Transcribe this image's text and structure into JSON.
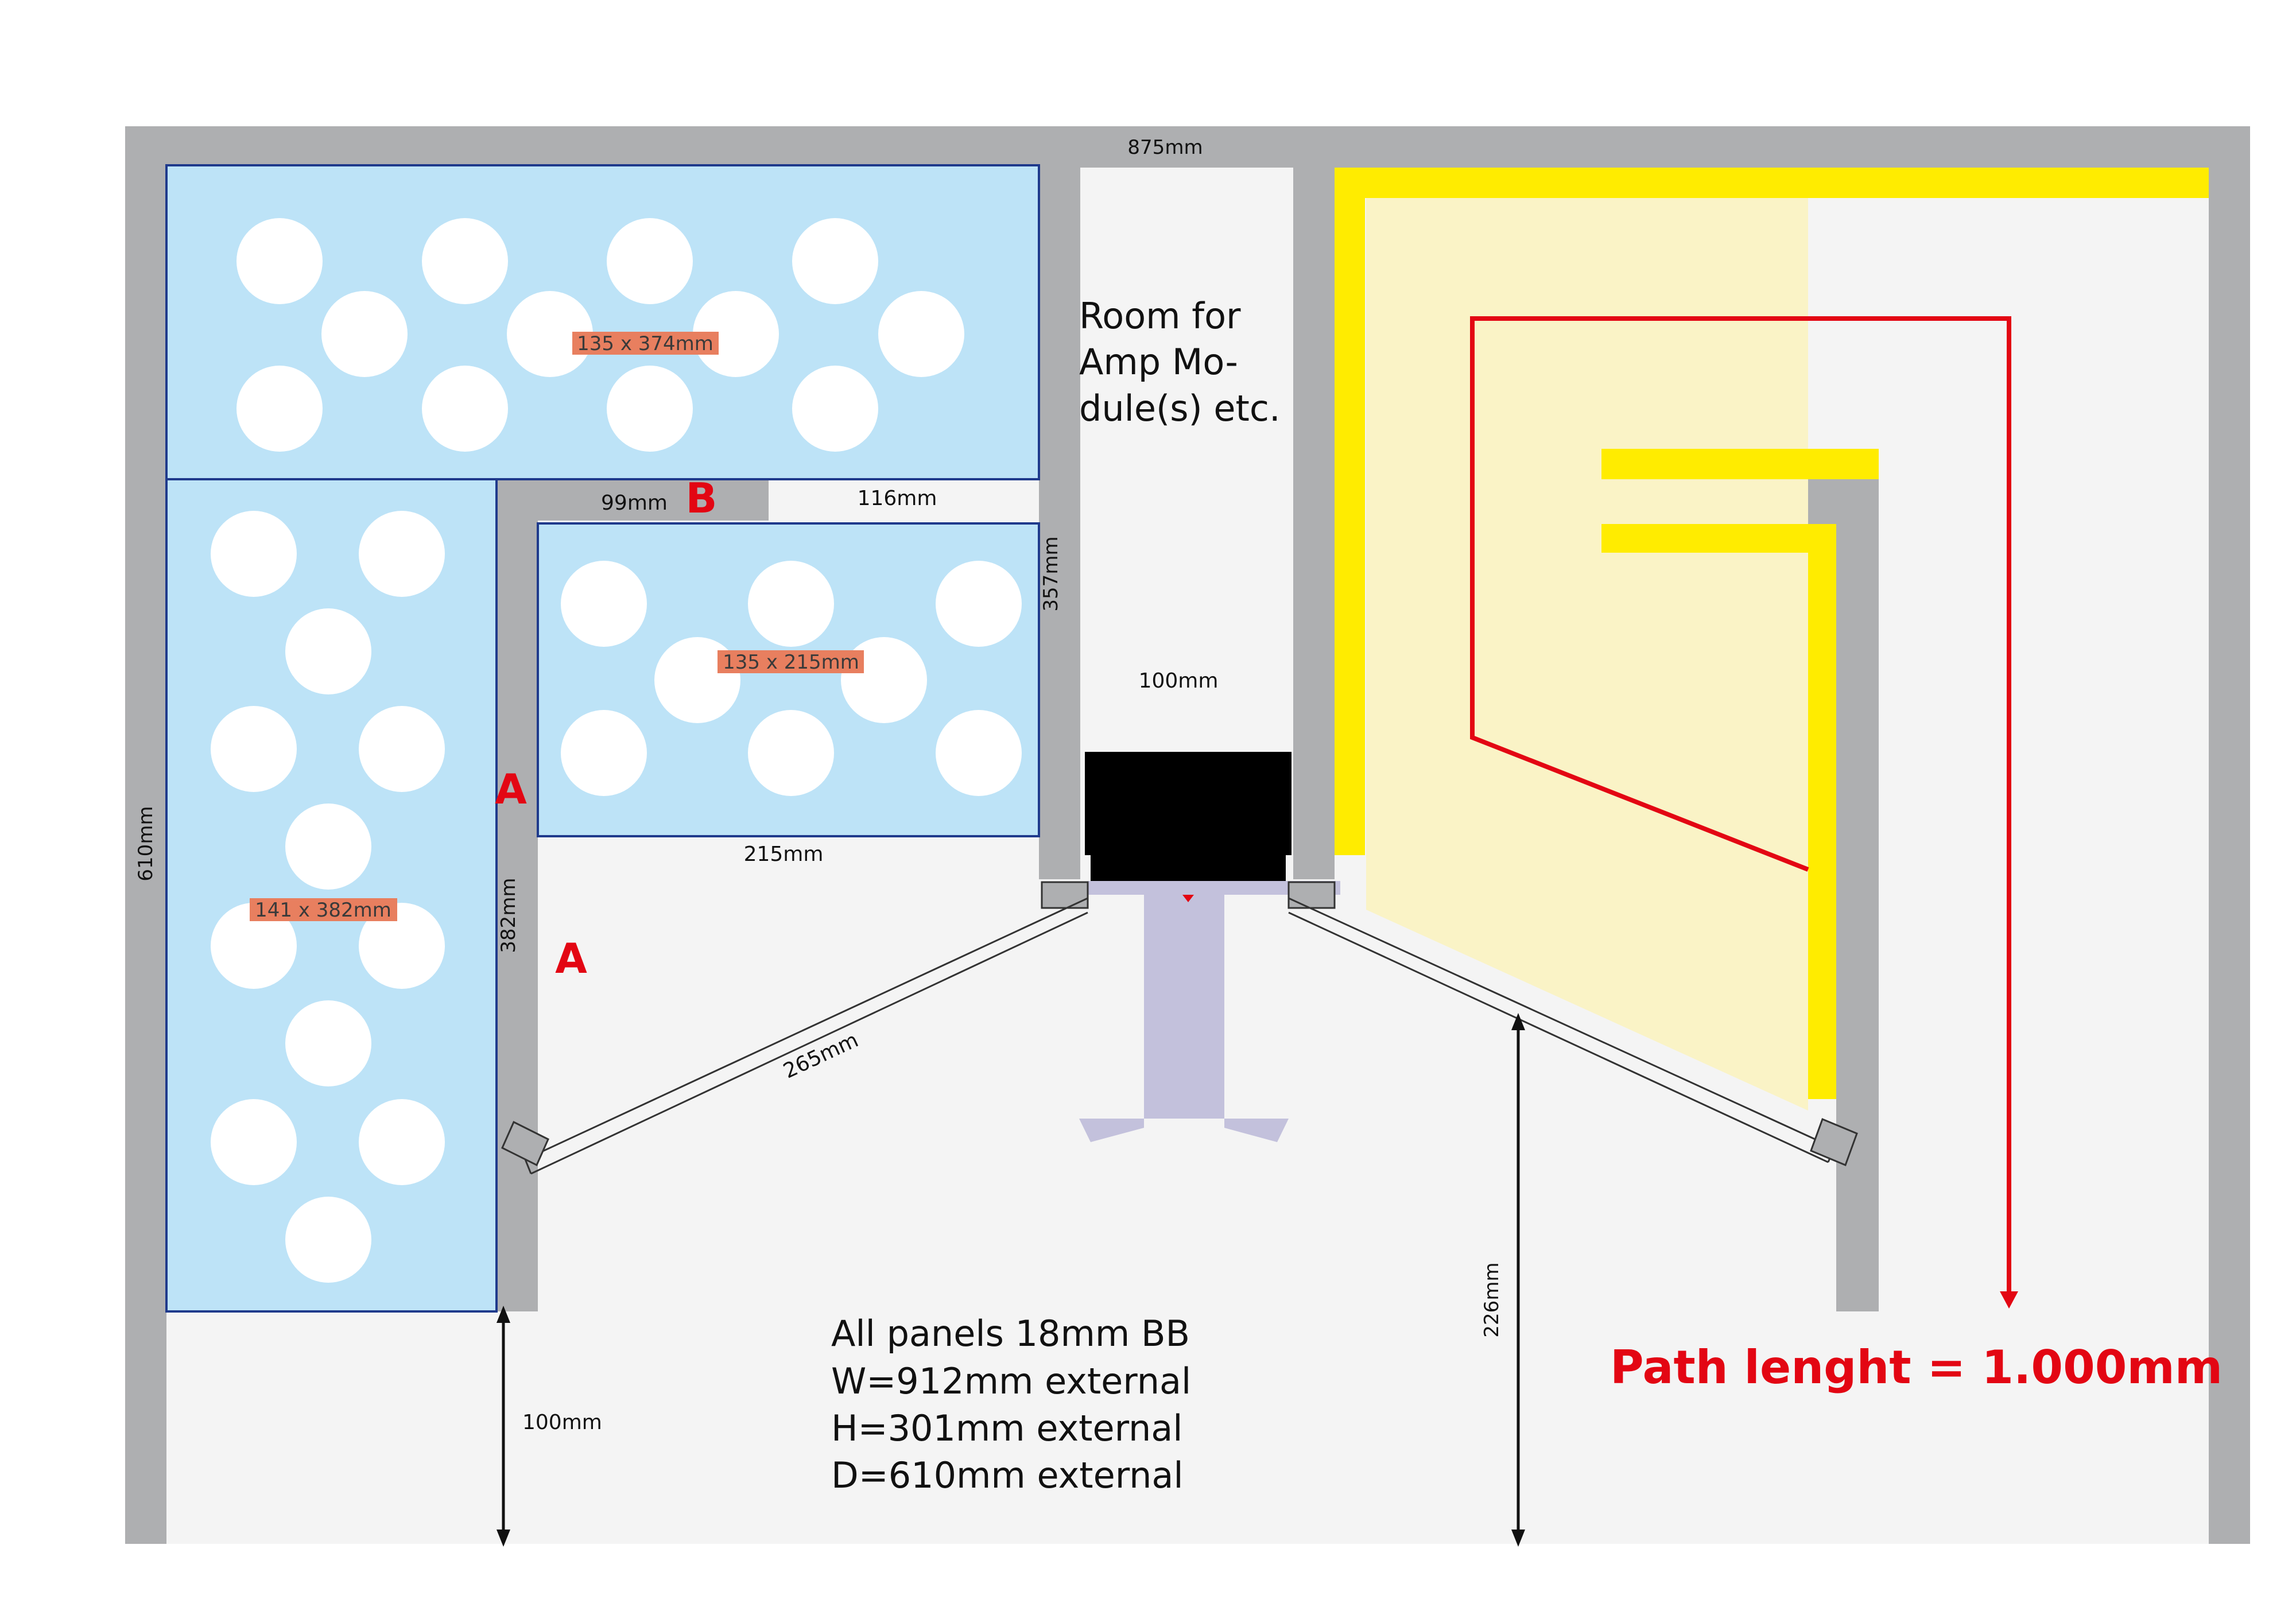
{
  "dimensions": {
    "top_width": "875mm",
    "left_height": "610mm",
    "panel_b_top": "99mm",
    "gap_116": "116mm",
    "slot_height": "357mm",
    "driver_width": "100mm",
    "inner_width": "215mm",
    "divider_height": "382mm",
    "baffle_length": "265mm",
    "bottom_gap_left": "100mm",
    "bottom_gap_right": "226mm"
  },
  "panel_labels": {
    "top": "135 x 374mm",
    "middle": "135 x 215mm",
    "left": "141 x 382mm"
  },
  "markers": {
    "a": "A",
    "b": "B"
  },
  "room_note": [
    "Room for",
    "Amp Mo-",
    "dule(s) etc."
  ],
  "specs": [
    "All panels 18mm BB",
    "W=912mm external",
    "H=301mm external",
    "D=610mm external"
  ],
  "path_length": "Path lenght = 1.000mm",
  "colors": {
    "wall": "#aeafb1",
    "interior": "#f4f4f4",
    "absorber": "#bde3f7",
    "absorber_border": "#1f3a8c",
    "label_bg": "#e87f5f",
    "yellow": "#ffec00",
    "light_yellow": "#faf3c6",
    "red": "#e30613",
    "driver": "#000000",
    "stand": "#c3c1dc"
  }
}
